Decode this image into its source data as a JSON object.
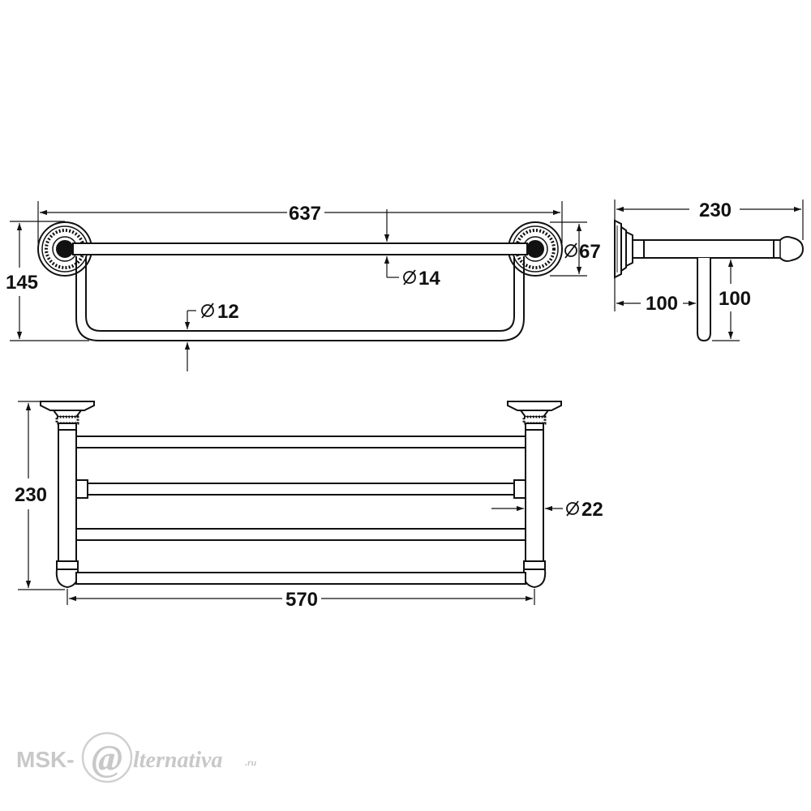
{
  "drawing": {
    "top_view": {
      "overall_length": "637",
      "height": "145",
      "mount_diameter": "67",
      "top_bar_diameter": "14",
      "lower_bar_diameter": "12"
    },
    "side_view": {
      "depth": "230",
      "bar_offset": "100",
      "bar_drop": "100"
    },
    "front_view": {
      "depth": "230",
      "bar_span": "570",
      "bar_diameter": "22"
    }
  },
  "watermark": {
    "prefix": "MSK-",
    "symbol": "@",
    "suffix": "lternativa",
    "domain": ".ru"
  },
  "colors": {
    "line": "#111111",
    "watermark": "#c8c8c8"
  }
}
